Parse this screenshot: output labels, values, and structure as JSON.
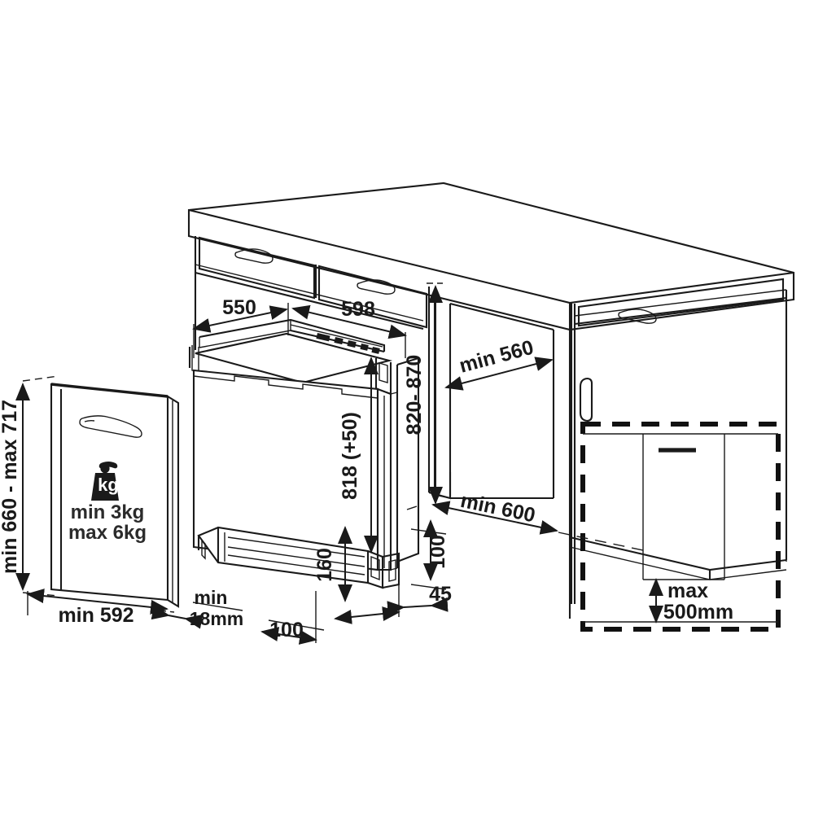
{
  "diagram": {
    "title": "Built-in dishwasher installation dimensions",
    "units": "mm",
    "background_color": "#ffffff",
    "line_color": "#1a1a1a"
  },
  "dimensions": {
    "door_height": "min 660 - max 717",
    "door_width": "min 592",
    "door_thickness": "min\n18mm",
    "door_weight_min": "min  3kg",
    "door_weight_max": "max 6kg",
    "weight_icon_label": "kg",
    "appliance_depth": "550",
    "appliance_width": "598",
    "worktop_height": "820- 870",
    "appliance_height": "818 (+50)",
    "niche_width": "min 560",
    "niche_depth": "min 600",
    "plinth_height": "160",
    "plinth_recess": "100",
    "front_offset": "100",
    "service_offset": "45",
    "services_gap": "100",
    "service_reach": "max\n500mm"
  },
  "labels": [
    {
      "id": "door-height",
      "text": "min 660 - max 717",
      "orientation": "vertical"
    },
    {
      "id": "door-width",
      "text": "min 592",
      "orientation": "horizontal"
    },
    {
      "id": "door-thickness-1",
      "text": "min",
      "orientation": "horizontal"
    },
    {
      "id": "door-thickness-2",
      "text": "18mm",
      "orientation": "horizontal"
    },
    {
      "id": "weight-min",
      "text": "min  3kg",
      "orientation": "horizontal"
    },
    {
      "id": "weight-max",
      "text": "max 6kg",
      "orientation": "horizontal"
    },
    {
      "id": "depth-550",
      "text": "550",
      "orientation": "horizontal"
    },
    {
      "id": "width-598",
      "text": "598",
      "orientation": "horizontal"
    },
    {
      "id": "worktop-820-870",
      "text": "820- 870",
      "orientation": "vertical"
    },
    {
      "id": "height-818",
      "text": "818 (+50)",
      "orientation": "vertical"
    },
    {
      "id": "niche-560",
      "text": "min 560",
      "orientation": "horizontal"
    },
    {
      "id": "niche-600",
      "text": "min 600",
      "orientation": "horizontal"
    },
    {
      "id": "plinth-160",
      "text": "160",
      "orientation": "vertical"
    },
    {
      "id": "offset-100-left",
      "text": "100",
      "orientation": "horizontal"
    },
    {
      "id": "offset-45",
      "text": "45",
      "orientation": "horizontal"
    },
    {
      "id": "gap-100-right",
      "text": "100",
      "orientation": "vertical"
    },
    {
      "id": "reach-max-1",
      "text": "max",
      "orientation": "horizontal"
    },
    {
      "id": "reach-max-2",
      "text": "500mm",
      "orientation": "horizontal"
    }
  ]
}
